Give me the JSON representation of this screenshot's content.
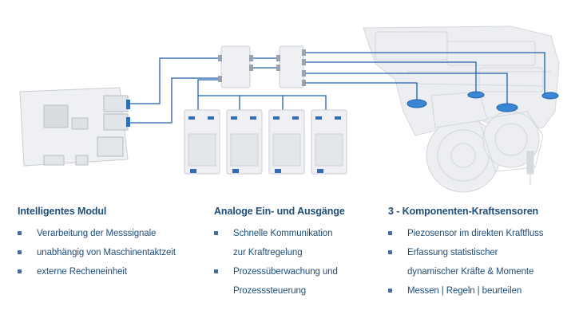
{
  "colors": {
    "text": "#1f4e79",
    "bullet": "#4a6d96",
    "wire": "#1f5fae",
    "sensor": "#3a86d4",
    "device_fill": "#eef0f3",
    "device_stroke": "#c9cdd3"
  },
  "components": [
    "intelligent-module",
    "analog-io-hub",
    "io-modules",
    "force-sensors",
    "machine-spindle"
  ],
  "columns": [
    {
      "title": "Intelligentes Modul",
      "items": [
        {
          "lines": [
            "Verarbeitung der Messsignale"
          ]
        },
        {
          "lines": [
            "unabhängig von Maschinentaktzeit"
          ]
        },
        {
          "lines": [
            "externe Recheneinheit"
          ]
        }
      ]
    },
    {
      "title": "Analoge Ein- und Ausgänge",
      "items": [
        {
          "lines": [
            "Schnelle Kommunikation",
            "zur Kraftregelung"
          ]
        },
        {
          "lines": [
            "Prozessüberwachung und",
            "Prozesssteuerung"
          ]
        }
      ]
    },
    {
      "title": "3 - Komponenten-Kraftsensoren",
      "items": [
        {
          "lines": [
            "Piezosensor im direkten Kraftfluss"
          ]
        },
        {
          "lines": [
            "Erfassung statistischer",
            "dynamischer Kräfte & Momente"
          ]
        },
        {
          "lines": [
            "Messen | Regeln | beurteilen"
          ]
        }
      ]
    }
  ]
}
